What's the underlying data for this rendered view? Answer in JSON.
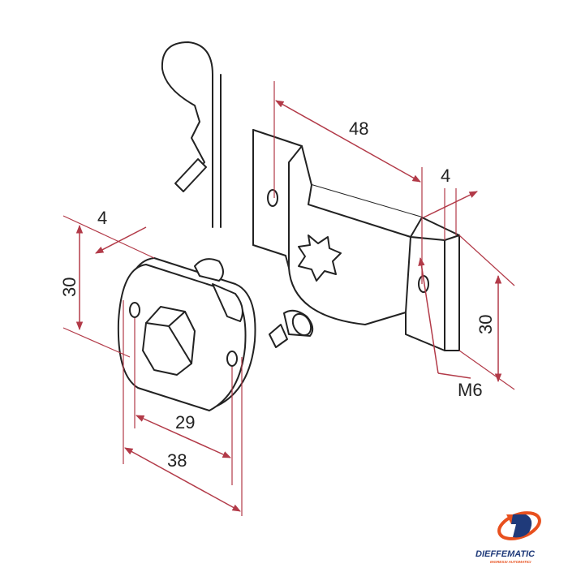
{
  "dimensions": {
    "bracket_length": "48",
    "bracket_thickness": "4",
    "plate_thickness": "4",
    "plate_height": "30",
    "bracket_height": "30",
    "screw_thread": "M6",
    "hole_spacing": "29",
    "plate_width": "38"
  },
  "logo": {
    "name": "DIEFFEMATIC",
    "tagline": "INGRESSI AUTOMATICI",
    "colors": {
      "blue": "#1f3a7a",
      "orange": "#e8501e"
    }
  },
  "colors": {
    "dimension": "#b23a48",
    "outline": "#222222"
  }
}
